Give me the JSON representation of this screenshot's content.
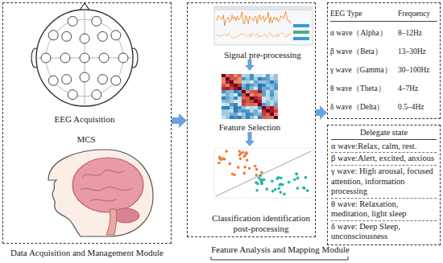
{
  "diagram": {
    "nodes": [
      {
        "text": [
          "Data Acquisition and Management Module"
        ]
      },
      {
        "text": [
          "EEG Acquisition"
        ],
        "in": 0
      },
      {
        "text": [
          "MCS"
        ],
        "in": 0
      },
      {
        "text": [
          "Feature Analysis and Mapping Module"
        ]
      },
      {
        "text": [
          "Signal pre-processing"
        ],
        "in": 3
      },
      {
        "text": [
          "Feature Selection"
        ],
        "in": 3
      },
      {
        "text": [
          "Classification identification post-processing"
        ],
        "in": 3
      },
      {
        "text": [
          "EEG Type",
          "Frequency",
          "α wave（Alpha）",
          "8–12Hz",
          "β wave（Beta）",
          "13–30Hz",
          "γ wave（Gamma）",
          "30–100Hz",
          "θ wave（Theta）",
          "4–7Hz",
          "δ wave（Delta）",
          "0.5–4Hz"
        ]
      },
      {
        "text": [
          "Delegate state",
          "α wave:Relax, calm, rest.",
          "β wave:Alert, excited, anxious",
          "γ wave: High arousal, focused attention, information processing",
          "θ wave: Relaxation, meditation, light sleep",
          "δ wave: Deep Sleep, unconsciousness"
        ]
      }
    ],
    "edges": [
      {
        "from": 0,
        "to": 3,
        "arrow": "to"
      },
      {
        "from": 4,
        "to": 5,
        "arrow": "to"
      },
      {
        "from": 5,
        "to": 6,
        "arrow": "to"
      },
      {
        "from": 3,
        "to": 7,
        "arrow": "to"
      }
    ]
  }
}
